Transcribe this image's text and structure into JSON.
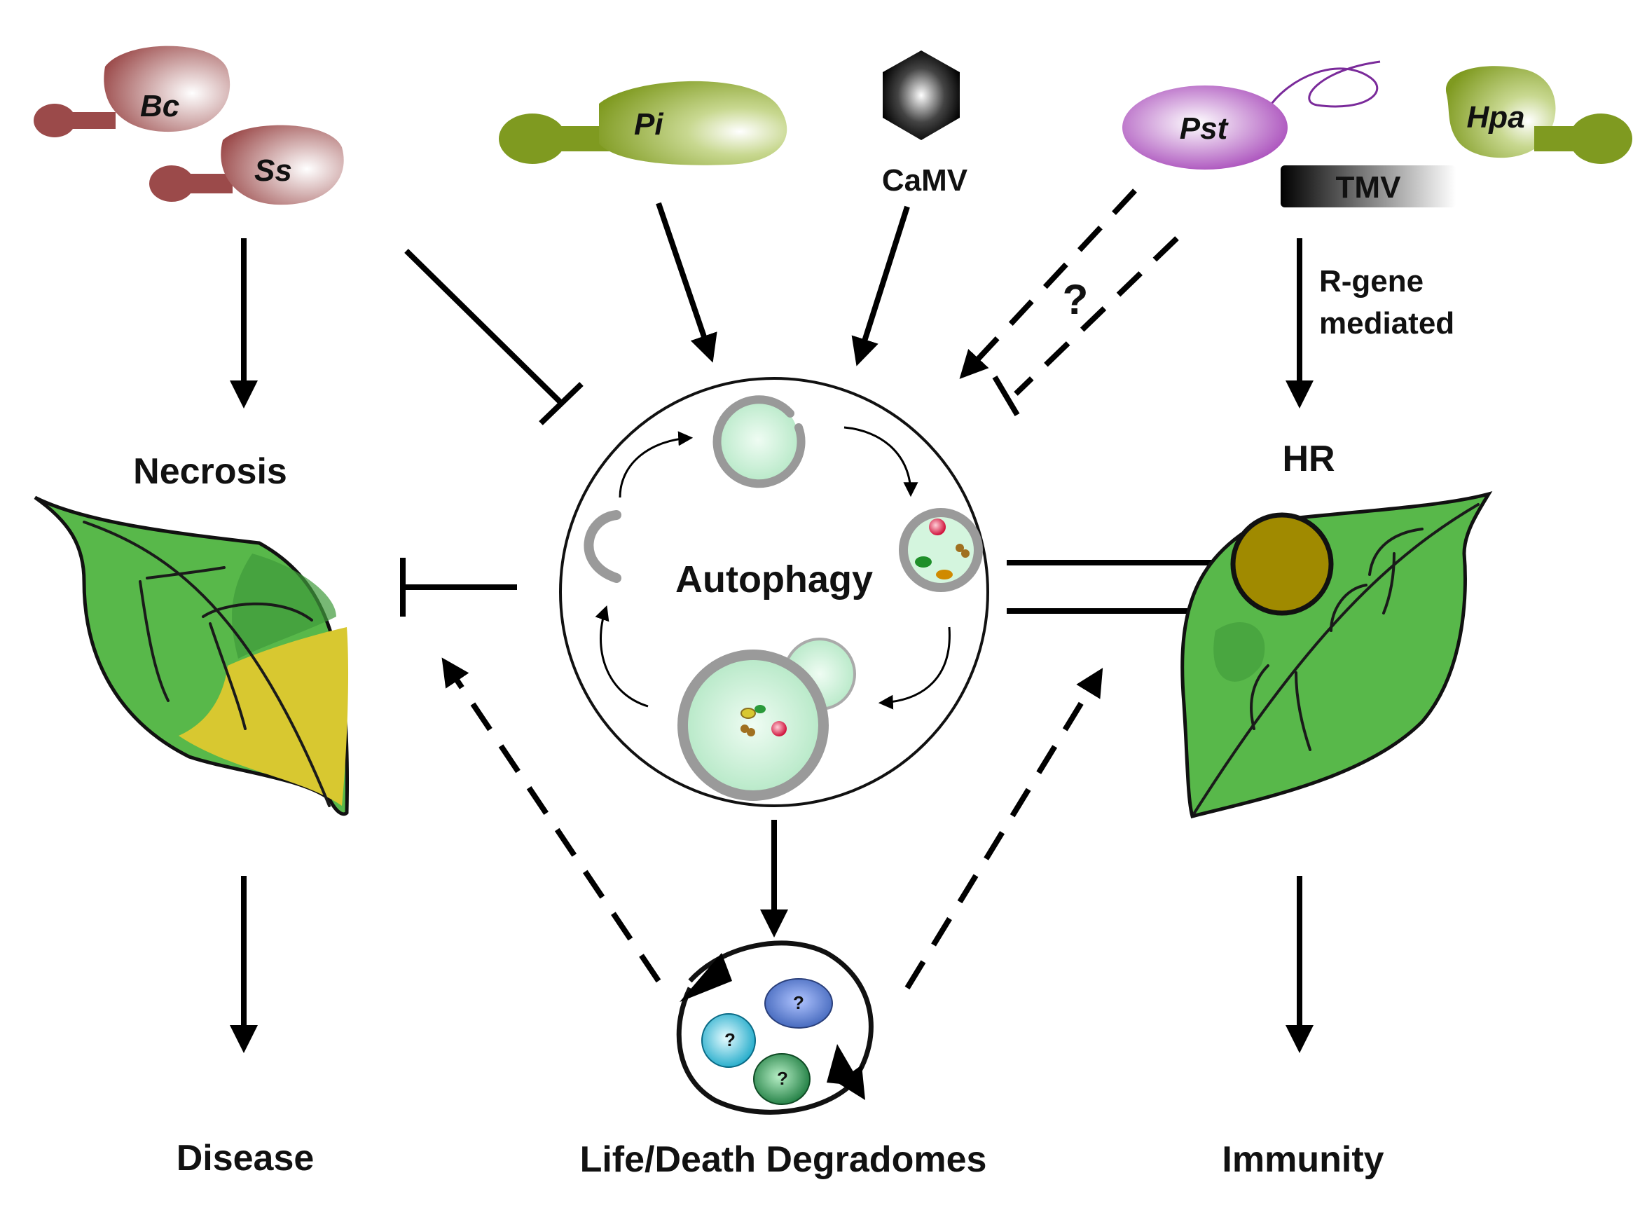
{
  "pathogens": {
    "bc": "Bc",
    "ss": "Ss",
    "pi": "Pi",
    "camv": "CaMV",
    "pst": "Pst",
    "hpa": "Hpa",
    "tmv": "TMV"
  },
  "labels": {
    "necrosis": "Necrosis",
    "hr": "HR",
    "autophagy": "Autophagy",
    "r_gene_line1": "R-gene",
    "r_gene_line2": "mediated",
    "question": "?",
    "disease": "Disease",
    "degradomes": "Life/Death Degradomes",
    "immunity": "Immunity",
    "unknown_protein": "?"
  },
  "colors": {
    "fungus_red": "#9b4a4a",
    "fungus_green": "#7f9a20",
    "pst_purple": "#9b30b0",
    "leaf_green": "#58b84a",
    "lesion_yellow": "#d8c830",
    "hr_lesion": "#a08a00",
    "vesicle": "#c9f0d8"
  }
}
